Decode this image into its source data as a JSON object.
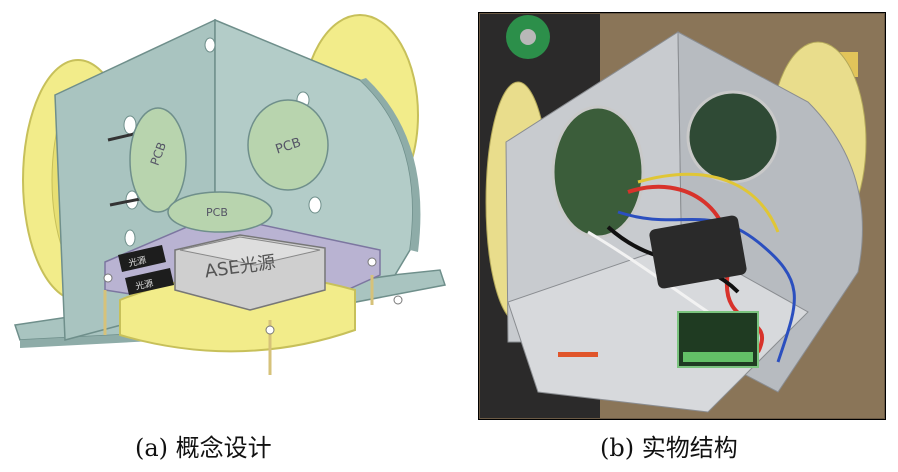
{
  "panel_a": {
    "caption": "(a) 概念设计",
    "pcb_label_left": "PCB",
    "pcb_label_right": "PCB",
    "pcb_label_top": "PCB",
    "source_label": "ASE光源",
    "chip_label": "光源",
    "colors": {
      "plate": "#a9c4c0",
      "plate_edge": "#6f8f8b",
      "coil": "#f2ec8a",
      "coil_edge": "#c7c05a",
      "pcb": "#b8d4ae",
      "board": "#b9b3d2",
      "source": "#cfcfcf"
    }
  },
  "panel_b": {
    "caption": "(b) 实物结构",
    "colors": {
      "metal": "#c8cbcf",
      "coil": "#e9dd8c",
      "background": "#6b5a45"
    }
  }
}
